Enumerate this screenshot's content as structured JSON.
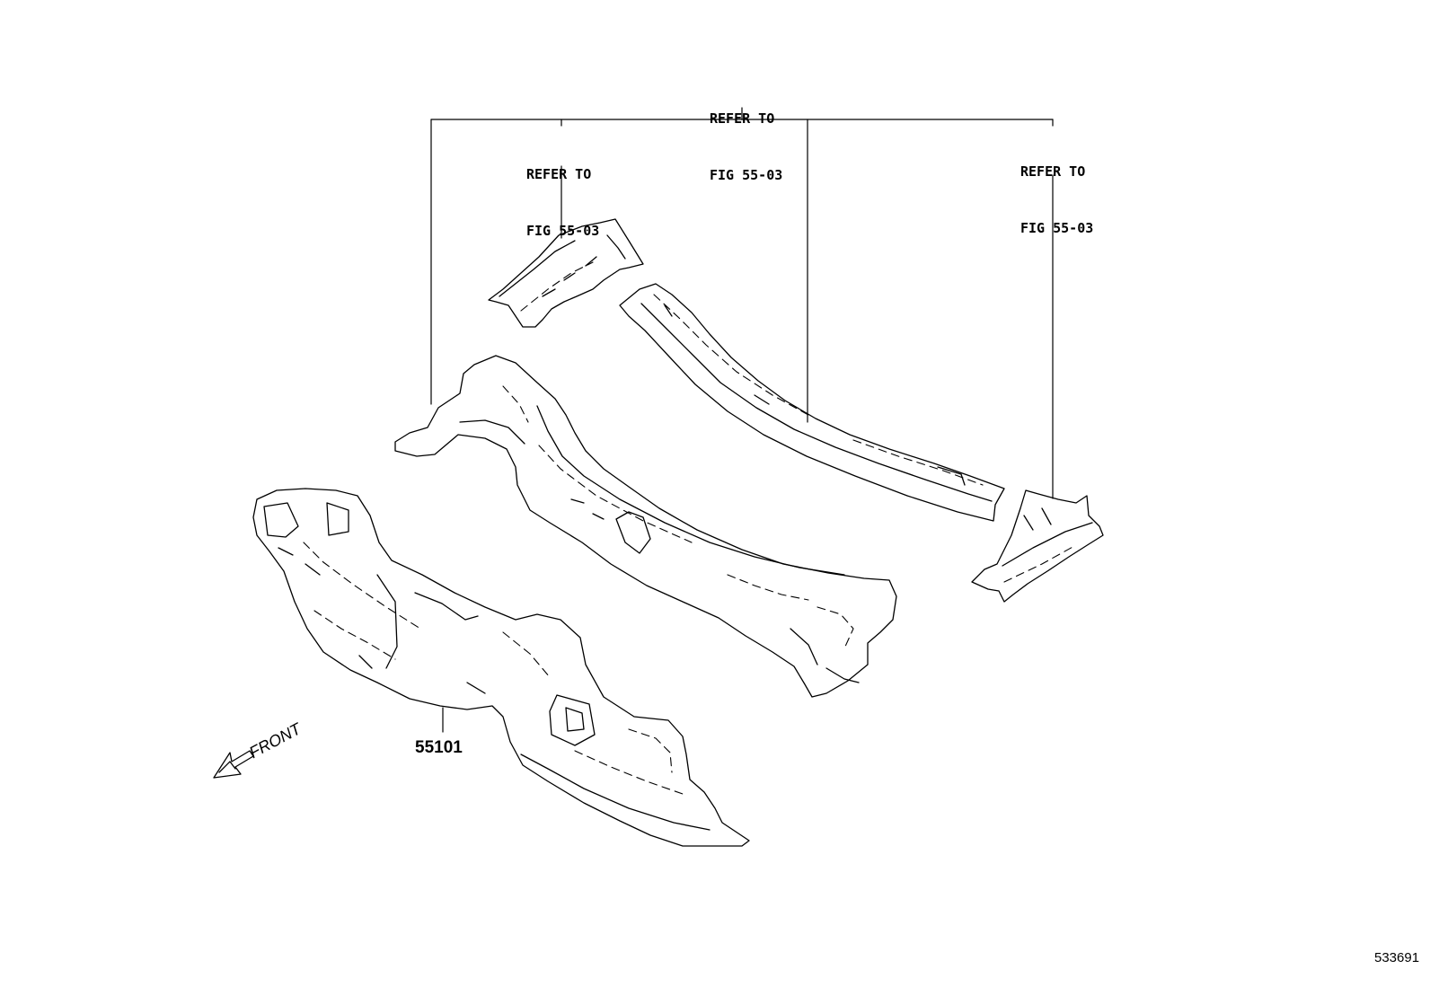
{
  "callouts": {
    "top": {
      "line1": "REFER TO",
      "line2": "FIG 55-03"
    },
    "left": {
      "line1": "REFER TO",
      "line2": "FIG 55-03"
    },
    "right": {
      "line1": "REFER TO",
      "line2": "FIG 55-03"
    }
  },
  "part_number": "55101",
  "front_label": "FRONT",
  "figure_id": "533691"
}
